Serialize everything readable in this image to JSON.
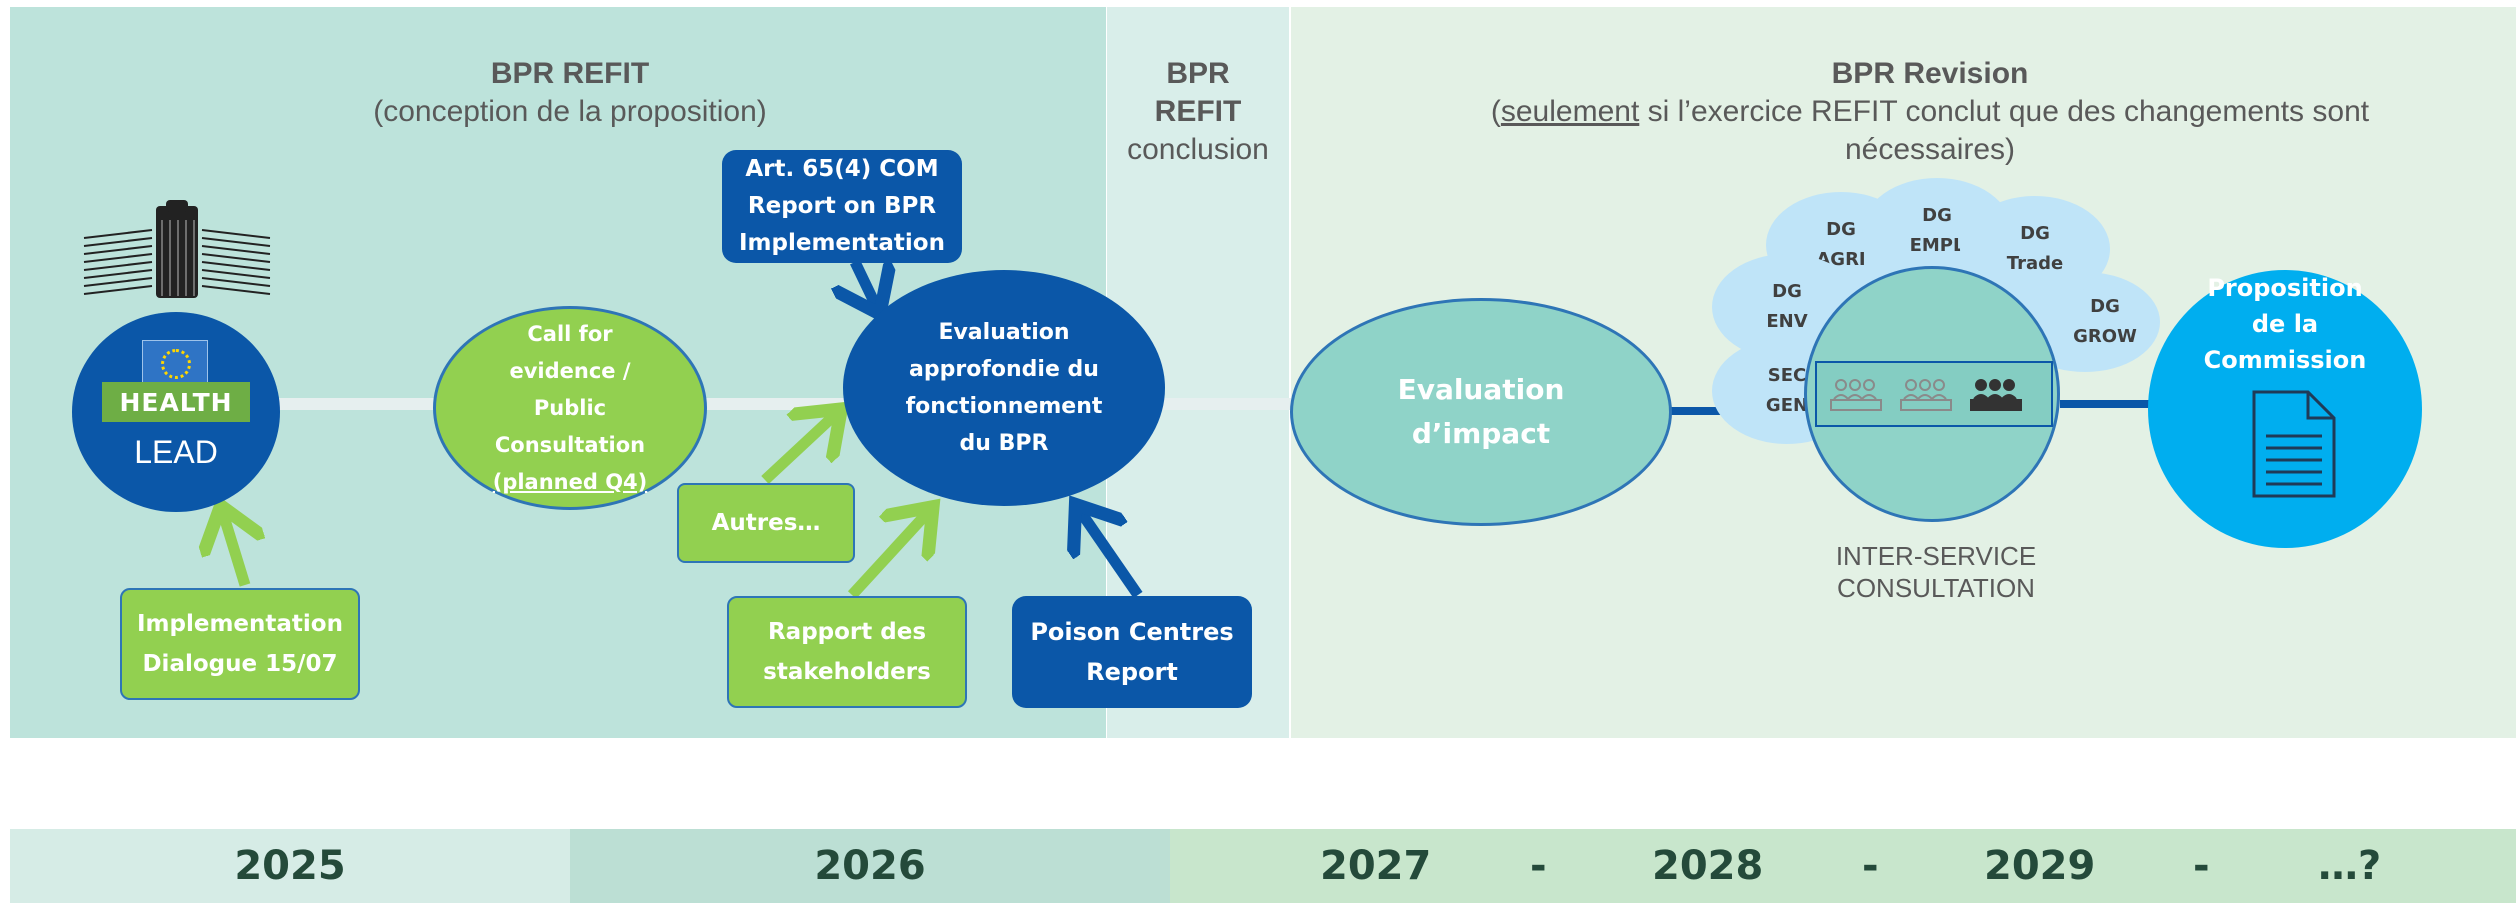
{
  "panels": {
    "refit": {
      "title": "BPR REFIT",
      "subtitle": "(conception de la proposition)"
    },
    "conclusion": {
      "line1": "BPR",
      "line2": "REFIT",
      "line3": "conclusion"
    },
    "revision": {
      "title": "BPR Revision",
      "subtitle_open": "(",
      "subtitle_underlined": "seulement",
      "subtitle_rest": " si l’exercice REFIT conclut que des changements sont",
      "subtitle_line2": "nécessaires)"
    }
  },
  "lead": {
    "badge": "HEALTH",
    "label": "LEAD"
  },
  "call_for_evidence": {
    "line1": "Call for",
    "line2": "evidence /",
    "line3": "Public",
    "line4": "Consultation",
    "line5": "(planned Q4)"
  },
  "art65": {
    "line1": "Art. 65(4) COM",
    "line2": "Report on BPR",
    "line3": "Implementation"
  },
  "evaluation_bpr": {
    "line1": "Evaluation",
    "line2": "approfondie du",
    "line3": "fonctionnement",
    "line4": "du BPR"
  },
  "autres": "Autres…",
  "implementation_dialogue": {
    "line1": "Implementation",
    "line2": "Dialogue 15/07"
  },
  "rapport": {
    "line1": "Rapport des",
    "line2": "stakeholders"
  },
  "poison": {
    "line1": "Poison Centres",
    "line2": "Report"
  },
  "impact": {
    "line1": "Evaluation",
    "line2": "d’impact"
  },
  "dgs": {
    "agri": [
      "DG",
      "AGRI"
    ],
    "empl": [
      "DG",
      "EMPL"
    ],
    "trade": [
      "DG",
      "Trade"
    ],
    "env": [
      "DG",
      "ENV"
    ],
    "grow": [
      "DG",
      "GROW"
    ],
    "secgen": [
      "SEC",
      "GEN"
    ]
  },
  "isc": {
    "line1": "INTER-SERVICE",
    "line2": "CONSULTATION"
  },
  "proposition": {
    "line1": "Proposition",
    "line2": "de la",
    "line3": "Commission"
  },
  "timeline": {
    "y2025": "2025",
    "y2026": "2026",
    "y2027": "2027",
    "dash1": "-",
    "y2028": "2028",
    "dash2": "-",
    "y2029": "2029",
    "dash3": "-",
    "more": "…?"
  },
  "colors": {
    "panel_refit": "#bde3db",
    "panel_conclusion": "#d9eeea",
    "panel_revision": "#e3f1e5",
    "green_box": "#92d050",
    "dark_blue": "#0b57a8",
    "impact_teal": "#8fd3c8",
    "proposition_cyan": "#00aeef",
    "cloud": "#bfe4f8"
  }
}
